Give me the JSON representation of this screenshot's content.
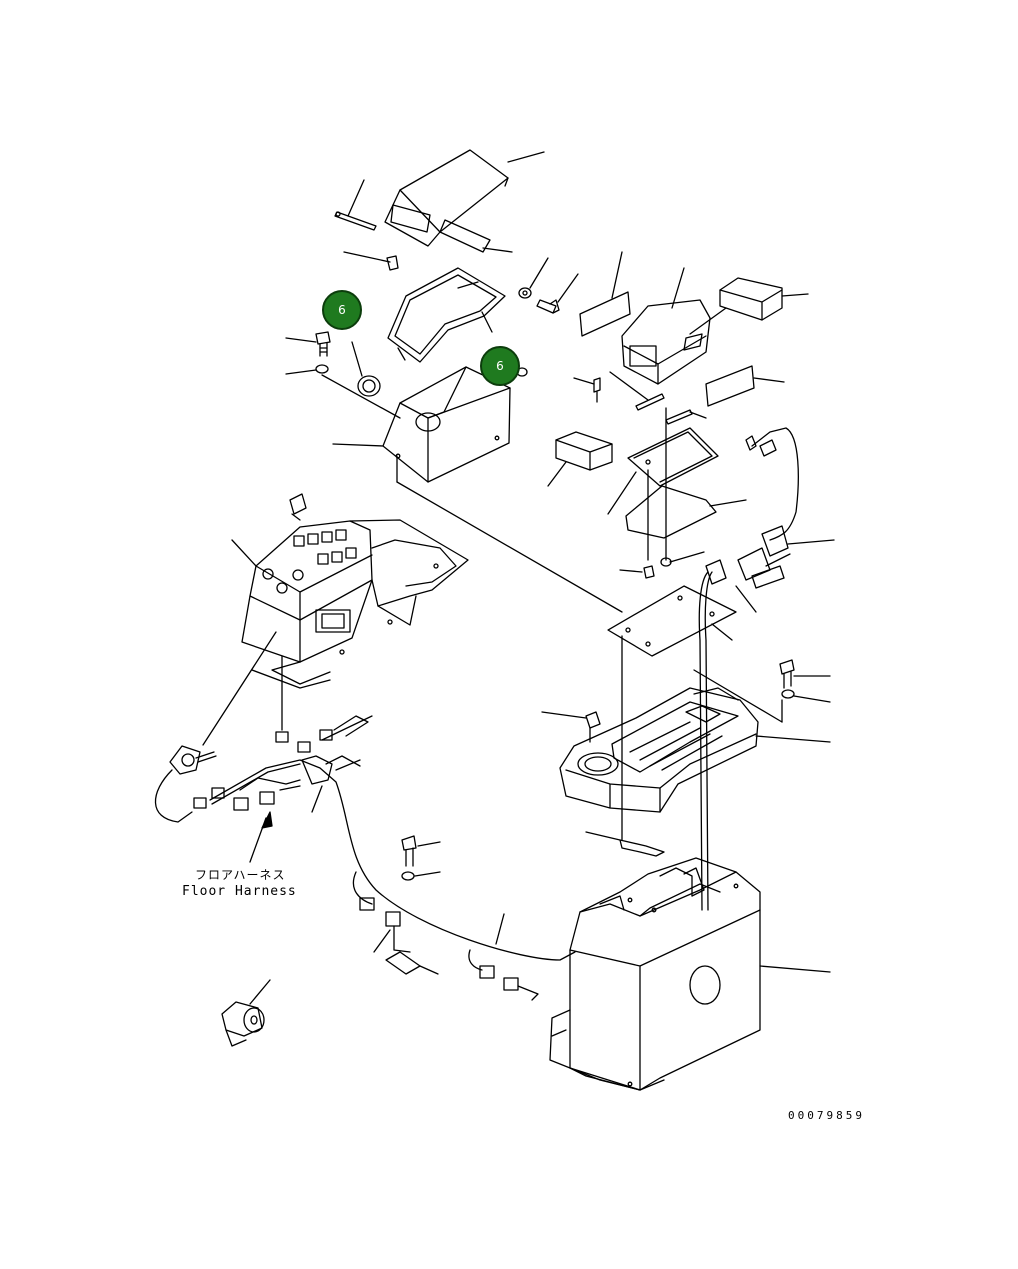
{
  "callouts": [
    {
      "id": "callout-upper-left",
      "label": "6"
    },
    {
      "id": "callout-right",
      "label": "6"
    }
  ],
  "harness_label_jp": "フロアハーネス",
  "harness_label_en": "Floor Harness",
  "drawing_number": "00079859",
  "colors": {
    "line": "#000000",
    "callout_fill": "#1f7a1f",
    "background": "#ffffff"
  }
}
